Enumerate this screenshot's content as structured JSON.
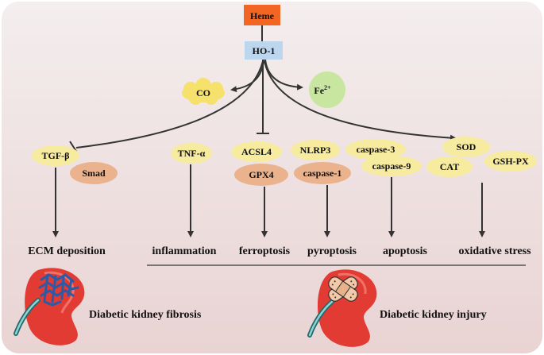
{
  "colors": {
    "background_top": "#f4eeee",
    "background_bottom": "#ead6d6",
    "heme_fill": "#f26522",
    "ho1_fill": "#bcd6ee",
    "co_fill": "#f5e16c",
    "fe_fill": "#c8e6a0",
    "yellow_node": "#f7eba0",
    "peach_node": "#eab38e",
    "kidney": "#e23b34",
    "fibrosis_mesh": "#2b5aa7",
    "arrow": "#333333"
  },
  "top": {
    "heme": "Heme",
    "ho1": "HO-1",
    "co": "CO",
    "fe": "Fe",
    "fe_charge": "2+"
  },
  "nodes": {
    "tgf": "TGF-β",
    "smad": "Smad",
    "tnf": "TNF-α",
    "acsl4": "ACSL4",
    "gpx4": "GPX4",
    "nlrp3": "NLRP3",
    "caspase1": "caspase-1",
    "caspase3": "caspase-3",
    "caspase9": "caspase-9",
    "sod": "SOD",
    "cat": "CAT",
    "gshpx": "GSH-PX"
  },
  "outcomes": {
    "ecm": "ECM deposition",
    "inflammation": "inflammation",
    "ferroptosis": "ferroptosis",
    "pyroptosis": "pyroptosis",
    "apoptosis": "apoptosis",
    "oxidative": "oxidative stress"
  },
  "diseases": {
    "fibrosis": "Diabetic kidney fibrosis",
    "injury": "Diabetic kidney injury"
  },
  "icons": {
    "fibrosis_kidney": "kidney-fibrosis-icon",
    "injury_kidney": "kidney-injury-icon"
  }
}
